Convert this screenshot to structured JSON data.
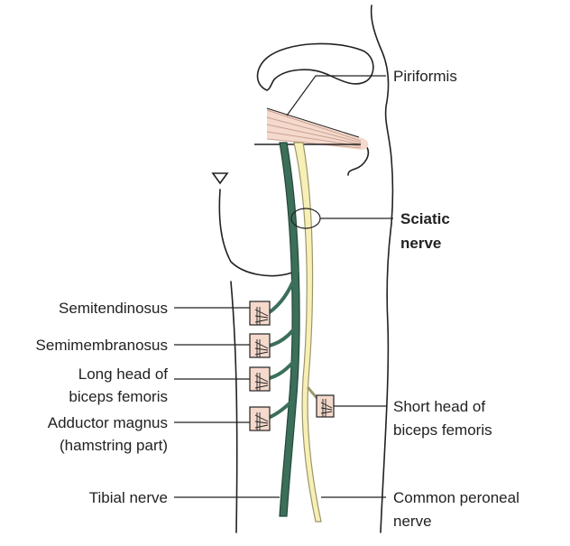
{
  "colors": {
    "outline": "#222222",
    "muscle_fill": "#f4d9cc",
    "muscle_stroke": "#c9a394",
    "tibial": "#3b6f5a",
    "peroneal": "#f6f0b6",
    "peroneal_stroke": "#9c9569"
  },
  "labels": {
    "piriformis": "Piriformis",
    "sciatic_line1": "Sciatic",
    "sciatic_line2": "nerve",
    "semitendinosus": "Semitendinosus",
    "semimembranosus": "Semimembranosus",
    "long_head_line1": "Long head of",
    "long_head_line2": "biceps femoris",
    "adductor_line1": "Adductor magnus",
    "adductor_line2": "(hamstring part)",
    "short_head_line1": "Short head of",
    "short_head_line2": "biceps femoris",
    "tibial": "Tibial nerve",
    "common_peroneal_line1": "Common peroneal",
    "common_peroneal_line2": "nerve"
  }
}
